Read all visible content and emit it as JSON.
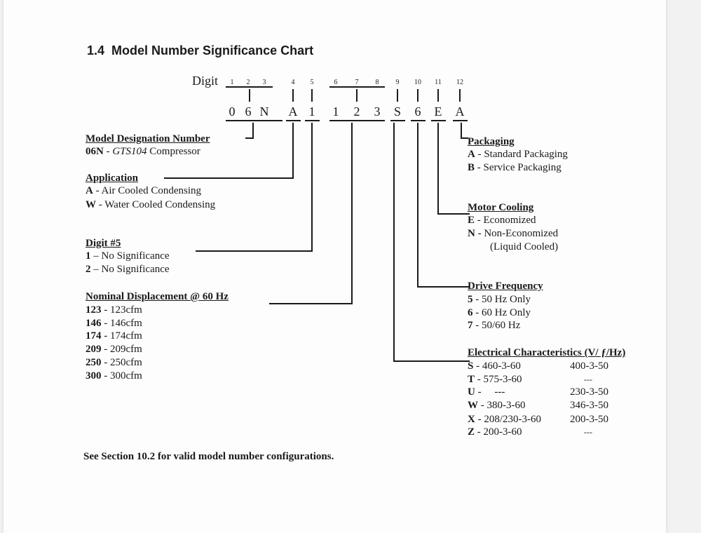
{
  "heading": {
    "number": "1.4",
    "title": "Model Number Significance Chart"
  },
  "digit_label": "Digit",
  "digit_numbers": [
    "1",
    "2",
    "3",
    "4",
    "5",
    "6",
    "7",
    "8",
    "9",
    "10",
    "11",
    "12"
  ],
  "model_chars": [
    "0",
    "6",
    "N",
    "A",
    "1",
    "1",
    "2",
    "3",
    "S",
    "6",
    "E",
    "A"
  ],
  "sections": {
    "model_designation": {
      "title": "Model Designation Number",
      "code": "06N",
      "sep": " - ",
      "name": "GTS104",
      "suffix": " Compressor"
    },
    "application": {
      "title": "Application",
      "items": [
        {
          "code": "A",
          "desc": " - Air Cooled Condensing"
        },
        {
          "code": "W",
          "desc": " - Water Cooled Condensing"
        }
      ]
    },
    "digit5": {
      "title": "Digit #5",
      "items": [
        {
          "code": "1",
          "desc": " – No Significance"
        },
        {
          "code": "2",
          "desc": " – No Significance"
        }
      ]
    },
    "displacement": {
      "title": "Nominal Displacement @ 60 Hz",
      "items": [
        {
          "code": "123",
          "desc": " - 123cfm"
        },
        {
          "code": "146",
          "desc": " - 146cfm"
        },
        {
          "code": "174",
          "desc": " - 174cfm"
        },
        {
          "code": "209",
          "desc": " - 209cfm"
        },
        {
          "code": "250",
          "desc": " - 250cfm"
        },
        {
          "code": "300",
          "desc": " - 300cfm"
        }
      ]
    },
    "packaging": {
      "title": "Packaging",
      "items": [
        {
          "code": "A",
          "desc": " - Standard Packaging"
        },
        {
          "code": "B",
          "desc": " - Service Packaging"
        }
      ]
    },
    "motor_cooling": {
      "title": "Motor Cooling",
      "items": [
        {
          "code": "E",
          "desc": " - Economized"
        },
        {
          "code": "N",
          "desc": " - Non-Economized"
        }
      ],
      "note": "(Liquid Cooled)"
    },
    "drive_frequency": {
      "title": "Drive Frequency",
      "items": [
        {
          "code": "5",
          "desc": " - 50 Hz Only"
        },
        {
          "code": "6",
          "desc": " - 60 Hz Only"
        },
        {
          "code": "7",
          "desc": " - 50/60 Hz"
        }
      ]
    },
    "electrical": {
      "title": "Electrical Characteristics (V/ ƒ/Hz)",
      "rows": [
        {
          "code": "S",
          "desc": " - 460-3-60",
          "alt": "400-3-50"
        },
        {
          "code": "T",
          "desc": " - 575-3-60",
          "alt": "---"
        },
        {
          "code": "U",
          "desc": " -     ---",
          "alt": "230-3-50"
        },
        {
          "code": "W",
          "desc": " - 380-3-60",
          "alt": "346-3-50"
        },
        {
          "code": "X",
          "desc": " - 208/230-3-60",
          "alt": "200-3-50"
        },
        {
          "code": "Z",
          "desc": " - 200-3-60",
          "alt": "---"
        }
      ]
    }
  },
  "footer": "See Section 10.2 for valid model number configurations."
}
